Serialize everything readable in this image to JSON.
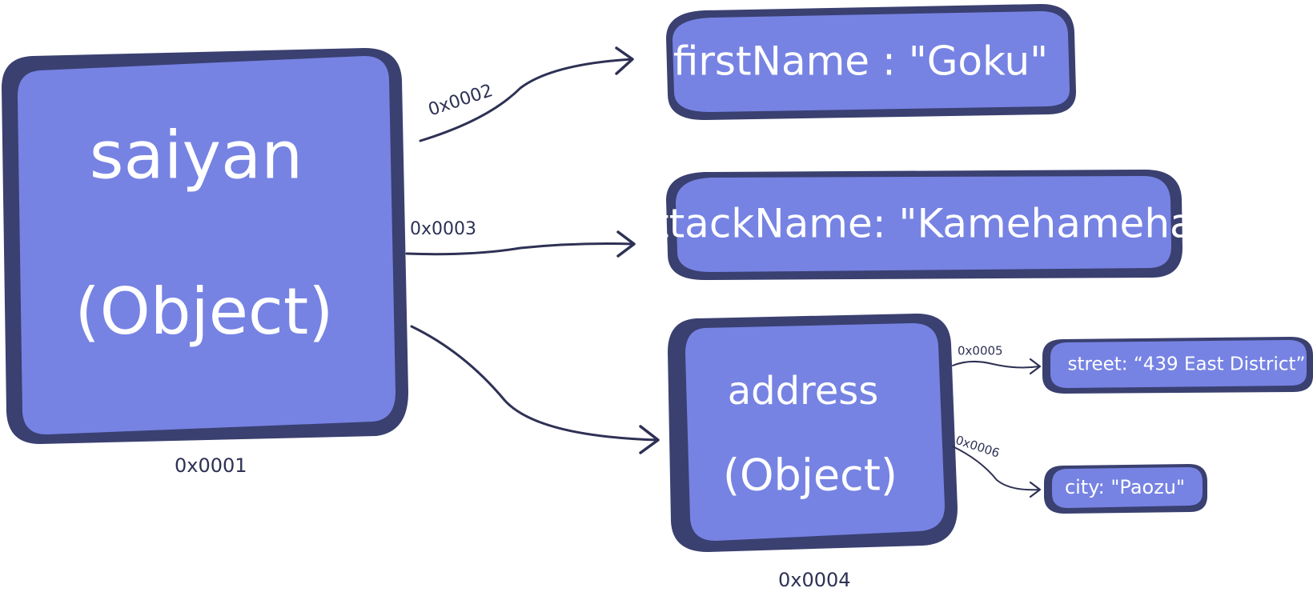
{
  "nodes": {
    "saiyan": {
      "name": "saiyan",
      "type": "(Object)",
      "address": "0x0001"
    },
    "first_name": {
      "text": "firstName : \"Goku\""
    },
    "attack_name": {
      "text": "attackName: \"Kamehameha\""
    },
    "address": {
      "name": "address",
      "type": "(Object)",
      "address": "0x0004"
    },
    "street": {
      "text": "street: “439 East District”"
    },
    "city": {
      "text": "city: \"Paozu\""
    }
  },
  "edges": {
    "to_first_name": "0x0002",
    "to_attack_name": "0x0003",
    "to_street": "0x0005",
    "to_city": "0x0006"
  },
  "colors": {
    "box_fill": "#7683e3",
    "box_shadow": "#3a4070",
    "text": "#ffffff",
    "line": "#2e3154"
  }
}
